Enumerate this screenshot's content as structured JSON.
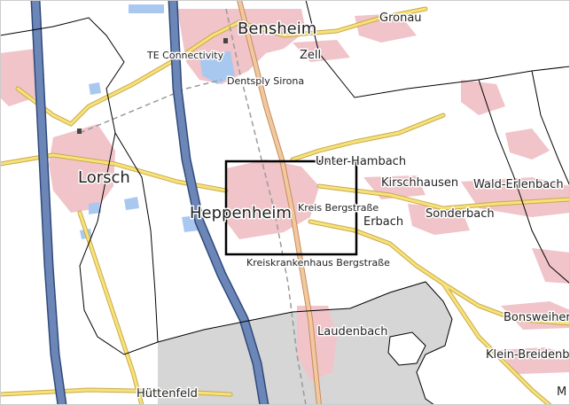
{
  "map": {
    "places": {
      "bensheim": "Bensheim",
      "gronau": "Gronau",
      "zell": "Zell",
      "te_connectivity": "TE Connectivity",
      "dentsply": "Dentsply Sirona",
      "lorsch": "Lorsch",
      "heppenheim": "Heppenheim",
      "unter_hambach": "Unter-Hambach",
      "kirschhausen": "Kirschhausen",
      "wald_erlenbach": "Wald-Erlenbach",
      "kreis_bergstrasse": "Kreis Bergstraße",
      "erbach": "Erbach",
      "sonderbach": "Sonderbach",
      "kreiskrankenhaus": "Kreiskrankenhaus Bergstraße",
      "laudenbach": "Laudenbach",
      "bonsweiher": "Bonsweiher",
      "klein_breidenbach": "Klein-Breidenb",
      "huettenfeld": "Hüttenfeld",
      "m_edge": "M"
    },
    "colors": {
      "background": "#ffffff",
      "urban": "#f0c4c8",
      "urban_dark": "#d98f98",
      "state_gray": "#d6d6d6",
      "water_blue": "#a9c8f0",
      "road_fill": "#f7e27a",
      "road_casing": "#c9a94a",
      "main_road": "#f1c9a0",
      "main_road_casing": "#c98a5a",
      "motorway": "#6c86b8",
      "motorway_casing": "#2f4a7a",
      "railway": "#9a9a9a",
      "boundary": "#000000",
      "highlight_box": "#000000"
    }
  }
}
